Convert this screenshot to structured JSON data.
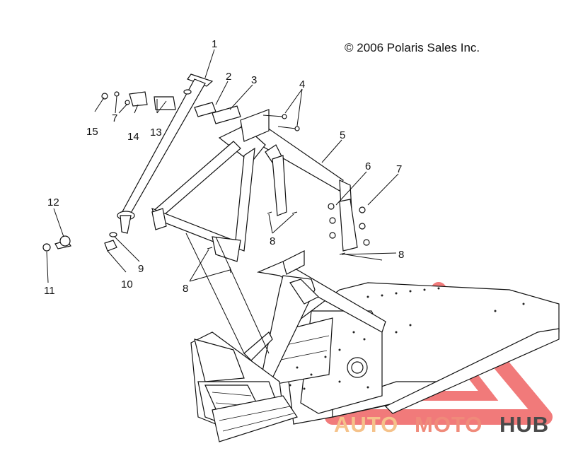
{
  "copyright": "© 2006 Polaris Sales Inc.",
  "callouts": [
    {
      "id": "c1",
      "label": "1"
    },
    {
      "id": "c2",
      "label": "2"
    },
    {
      "id": "c3",
      "label": "3"
    },
    {
      "id": "c4",
      "label": "4"
    },
    {
      "id": "c5",
      "label": "5"
    },
    {
      "id": "c6",
      "label": "6"
    },
    {
      "id": "c7a",
      "label": "7"
    },
    {
      "id": "c7b",
      "label": "7"
    },
    {
      "id": "c8a",
      "label": "8"
    },
    {
      "id": "c8b",
      "label": "8"
    },
    {
      "id": "c8c",
      "label": "8"
    },
    {
      "id": "c9",
      "label": "9"
    },
    {
      "id": "c10",
      "label": "10"
    },
    {
      "id": "c11",
      "label": "11"
    },
    {
      "id": "c12",
      "label": "12"
    },
    {
      "id": "c13",
      "label": "13"
    },
    {
      "id": "c14",
      "label": "14"
    },
    {
      "id": "c15",
      "label": "15"
    }
  ],
  "watermark": {
    "part1": "AUTO",
    "part2": "MOTO",
    "part3": "HUB",
    "colors": {
      "auto": "#f5c28a",
      "moto": "#f08a7a",
      "hub": "#4a4a4a",
      "triangle": "#ee5a5a"
    }
  }
}
